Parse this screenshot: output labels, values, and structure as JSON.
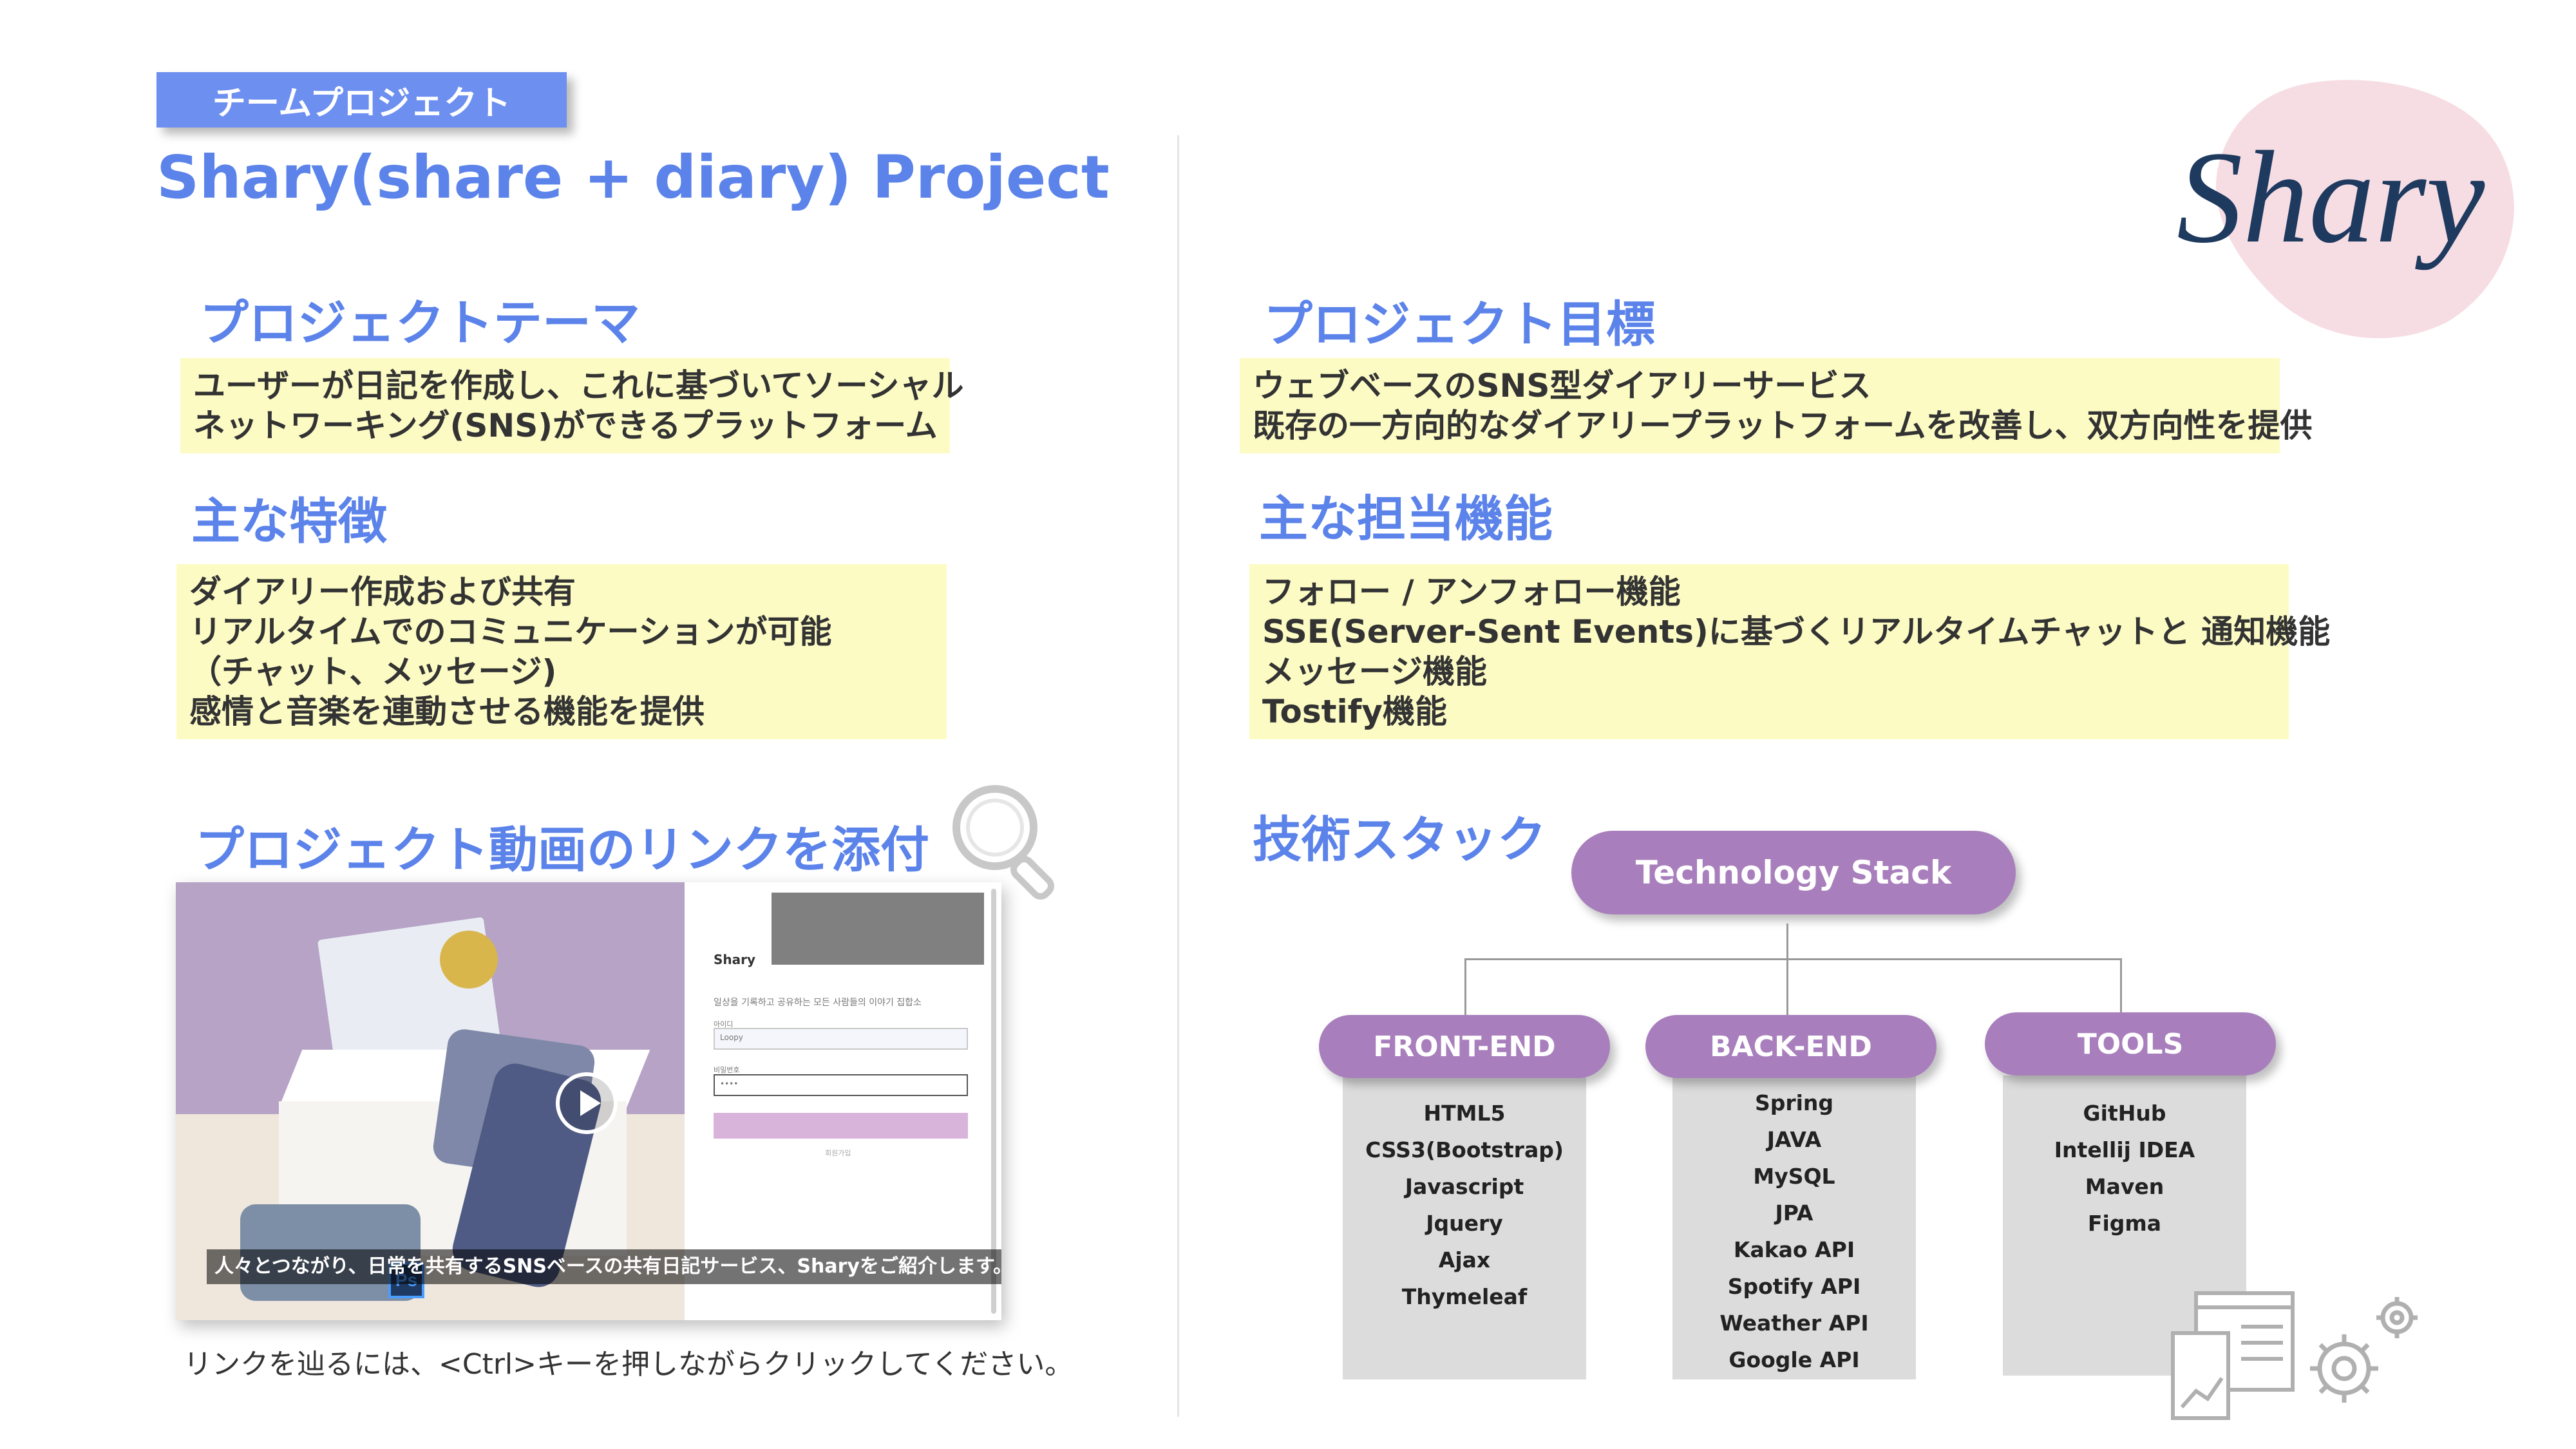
{
  "header": {
    "tag": "チームプロジェクト",
    "title": "Shary(share + diary) Project"
  },
  "logo": {
    "text": "Shary"
  },
  "left": {
    "theme": {
      "title": "プロジェクトテーマ",
      "lines": [
        "ユーザーが日記を作成し、これに基づいてソーシャル",
        "ネットワーキング(SNS)ができるプラットフォーム"
      ]
    },
    "features": {
      "title": "主な特徴",
      "lines": [
        "ダイアリー作成および共有",
        "リアルタイムでのコミュニケーションが可能",
        "（チャット、メッセージ)",
        "感情と音楽を連動させる機能を提供"
      ]
    },
    "video": {
      "title": "プロジェクト動画のリンクを添付",
      "caption": "人々とつながり、日常を共有するSNSベースの共有日記サービス、Sharyをご紹介します。",
      "screen_heading": "Shary",
      "screen_subtitle": "일상을 기록하고 공유하는 모든 사람들의 이야기 집합소",
      "screen_id_label": "아이디",
      "screen_id_value": "Loopy",
      "screen_pw_label": "비밀번호",
      "screen_pw_value": "••••",
      "screen_link": "회원가입",
      "ps_badge": "Ps",
      "link_note": "リンクを辿るには、<Ctrl>キーを押しながらクリックしてください。"
    }
  },
  "right": {
    "goal": {
      "title": "プロジェクト目標",
      "lines": [
        "ウェブベースのSNS型ダイアリーサービス",
        "既存の一方向的なダイアリープラットフォームを改善し、双方向性を提供"
      ]
    },
    "roles": {
      "title": "主な担当機能",
      "lines": [
        "フォロー / アンフォロー機能",
        "SSE(Server-Sent Events)に基づくリアルタイムチャットと 通知機能",
        "メッセージ機能",
        "Tostify機能"
      ]
    },
    "stack": {
      "title": "技術スタック",
      "root": "Technology Stack",
      "frontend": {
        "label": "FRONT-END",
        "items": [
          "HTML5",
          "CSS3(Bootstrap)",
          "Javascript",
          "Jquery",
          "Ajax",
          "Thymeleaf"
        ]
      },
      "backend": {
        "label": "BACK-END",
        "items": [
          "Spring",
          "JAVA",
          "MySQL",
          "JPA",
          "Kakao API",
          "Spotify API",
          "Weather API",
          "Google API"
        ]
      },
      "tools": {
        "label": "TOOLS",
        "items": [
          "GitHub",
          "Intellij IDEA",
          "Maven",
          "Figma"
        ]
      }
    }
  },
  "colors": {
    "accent_blue": "#5b83ea",
    "tag_blue": "#6d8ff0",
    "highlight_yellow": "#fdfbc4",
    "pill_purple": "#a87fbc",
    "column_gray": "#dcdcdc",
    "logo_navy": "#1f3a5f",
    "logo_blob_pink": "#f6dde4"
  },
  "icons": [
    "magnifier-icon",
    "play-icon",
    "chart-window-icon",
    "gear-icon"
  ]
}
